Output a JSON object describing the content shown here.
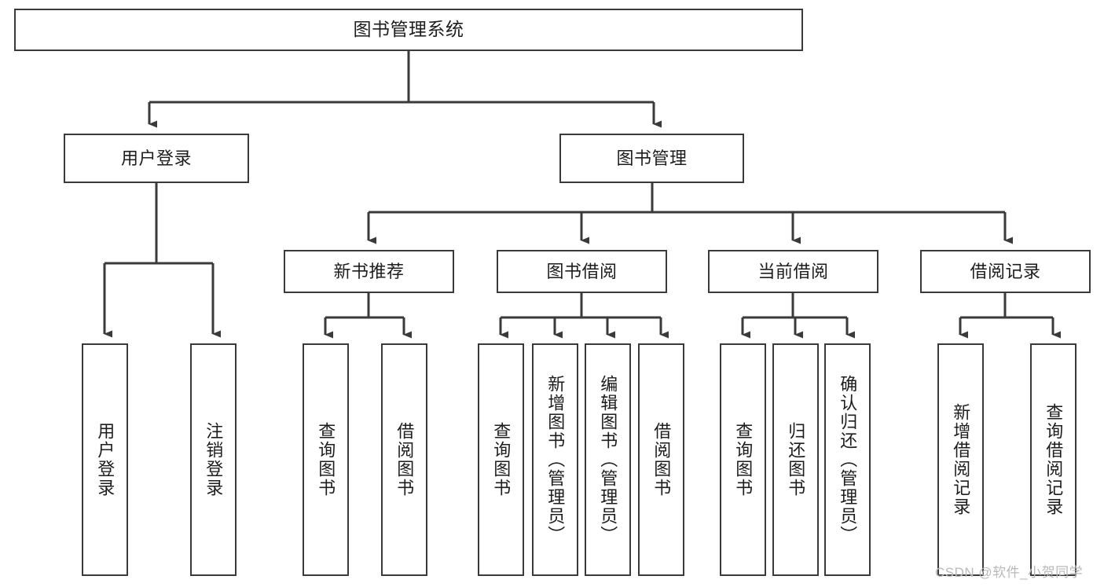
{
  "diagram": {
    "title": "图书管理系统",
    "type": "功能结构图",
    "line_color": "#3a3a3a",
    "box_fill": "#ffffff",
    "text_color": "#1d1d1d",
    "watermark": "CSDN @软件_小贺同学",
    "levels": {
      "root": [
        "图书管理系统"
      ],
      "level2": [
        "用户登录",
        "图书管理"
      ],
      "level3": [
        "新书推荐",
        "图书借阅",
        "当前借阅",
        "借阅记录"
      ],
      "leaves": [
        "用户登录",
        "注销登录",
        "查询图书",
        "借阅图书",
        "查询图书",
        "新增图书（管理员）",
        "编辑图书（管理员）",
        "借阅图书",
        "查询图书",
        "归还图书",
        "确认归还（管理员）",
        "新增借阅记录",
        "查询借阅记录"
      ]
    },
    "nodes": {
      "root": {
        "label": "图书管理系统"
      },
      "user_login": {
        "label": "用户登录"
      },
      "book_manage": {
        "label": "图书管理"
      },
      "new_book_rec": {
        "label": "新书推荐"
      },
      "book_borrow": {
        "label": "图书借阅"
      },
      "current_borrow": {
        "label": "当前借阅"
      },
      "borrow_record": {
        "label": "借阅记录"
      },
      "leaf_user_login": {
        "label": "用户登录"
      },
      "leaf_logout": {
        "label": "注销登录"
      },
      "leaf_query_book_1": {
        "label": "查询图书"
      },
      "leaf_borrow_book_1": {
        "label": "借阅图书"
      },
      "leaf_query_book_2": {
        "label": "查询图书"
      },
      "leaf_add_book": {
        "label": "新增图书（管理员）"
      },
      "leaf_edit_book": {
        "label": "编辑图书（管理员）"
      },
      "leaf_borrow_book_2": {
        "label": "借阅图书"
      },
      "leaf_query_book_3": {
        "label": "查询图书"
      },
      "leaf_return_book": {
        "label": "归还图书"
      },
      "leaf_confirm_return": {
        "label": "确认归还（管理员）"
      },
      "leaf_add_record": {
        "label": "新增借阅记录"
      },
      "leaf_query_record": {
        "label": "查询借阅记录"
      }
    }
  }
}
